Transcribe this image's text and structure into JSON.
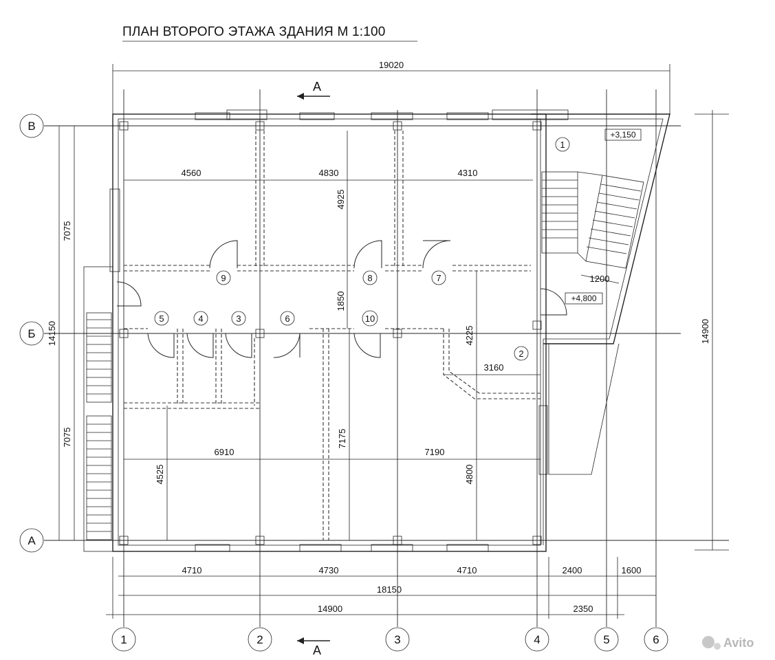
{
  "title": "ПЛАН ВТОРОГО ЭТАЖА ЗДАНИЯ М 1:100",
  "section_mark": "А",
  "axes_vertical": [
    "1",
    "2",
    "3",
    "4",
    "5",
    "6"
  ],
  "axes_horizontal": [
    "В",
    "Б",
    "А"
  ],
  "dims_top": {
    "overall": "19020"
  },
  "dims_bottom": {
    "span_1_2": "4710",
    "span_2_3": "4730",
    "span_3_4": "4710",
    "span_4_5": "2400",
    "span_5_6": "1600",
    "chain_1": "18150",
    "chain_2": "14900",
    "chain_3": "2350"
  },
  "dims_left": {
    "upper": "7075",
    "total": "14150",
    "lower": "7075"
  },
  "dims_right": {
    "total": "14900"
  },
  "dims_inner": {
    "upper_1": "4560",
    "upper_2": "4830",
    "upper_3": "4310",
    "upper_height": "4925",
    "corridor": "1850",
    "lower_1": "6910",
    "lower_2": "7190",
    "lower_h1": "4525",
    "lower_h2": "7175",
    "lower_h3": "4800",
    "right_h": "4225",
    "right_w": "3160",
    "stair_w": "1200"
  },
  "levels": {
    "top": "+3,150",
    "middle": "+4,800"
  },
  "rooms": [
    "1",
    "2",
    "3",
    "4",
    "5",
    "6",
    "7",
    "8",
    "9",
    "10"
  ],
  "watermark": "Avito"
}
